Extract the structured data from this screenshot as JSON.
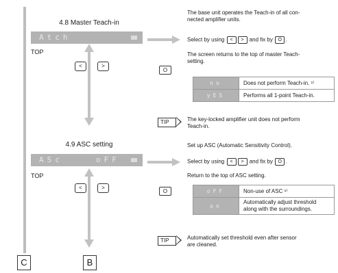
{
  "master": {
    "title": "4.8 Master Teach-in",
    "lcd": "Atch",
    "top": "TOP",
    "left_btn": "<",
    "right_btn": ">",
    "desc1_a": "The base unit operates the Teach-in of all con-",
    "desc1_b": "nected amplifier units.",
    "select_pre": "Select by using",
    "select_mid": "and fix by",
    "ok_btn": "O",
    "returns_a": "The screen returns to the top of master Teach-",
    "returns_b": "setting.",
    "rows": [
      {
        "key": "no",
        "val": "Does not perform Teach-in. ¹⁾"
      },
      {
        "key": "yES",
        "val": "Performs all 1-point Teach-in."
      }
    ],
    "tip_label": "TIP",
    "tip_a": "The key-locked amplifier unit does not perform",
    "tip_b": "Teach-in."
  },
  "asc": {
    "title": "4.9 ASC setting",
    "lcd": "ASc",
    "lcd_val": "oFF",
    "top": "TOP",
    "left_btn": "<",
    "right_btn": ">",
    "setup": "Set up ASC (Automatic Sensitivity Control).",
    "select_pre": "Select by using",
    "select_mid": "and fix by",
    "ok_btn": "O",
    "returns": "Return to the top of ASC setting.",
    "rows": [
      {
        "key": "oFF",
        "val": "Non-use of ASC ¹⁾",
        "val2": ""
      },
      {
        "key": "on",
        "val": "Automatically adjust threshold",
        "val2": "along with the surroundings."
      }
    ],
    "tip_label": "TIP",
    "tip_a": "Automatically set threshold even after sensor",
    "tip_b": "are cleaned."
  },
  "labels": {
    "c": "C",
    "b": "B"
  }
}
